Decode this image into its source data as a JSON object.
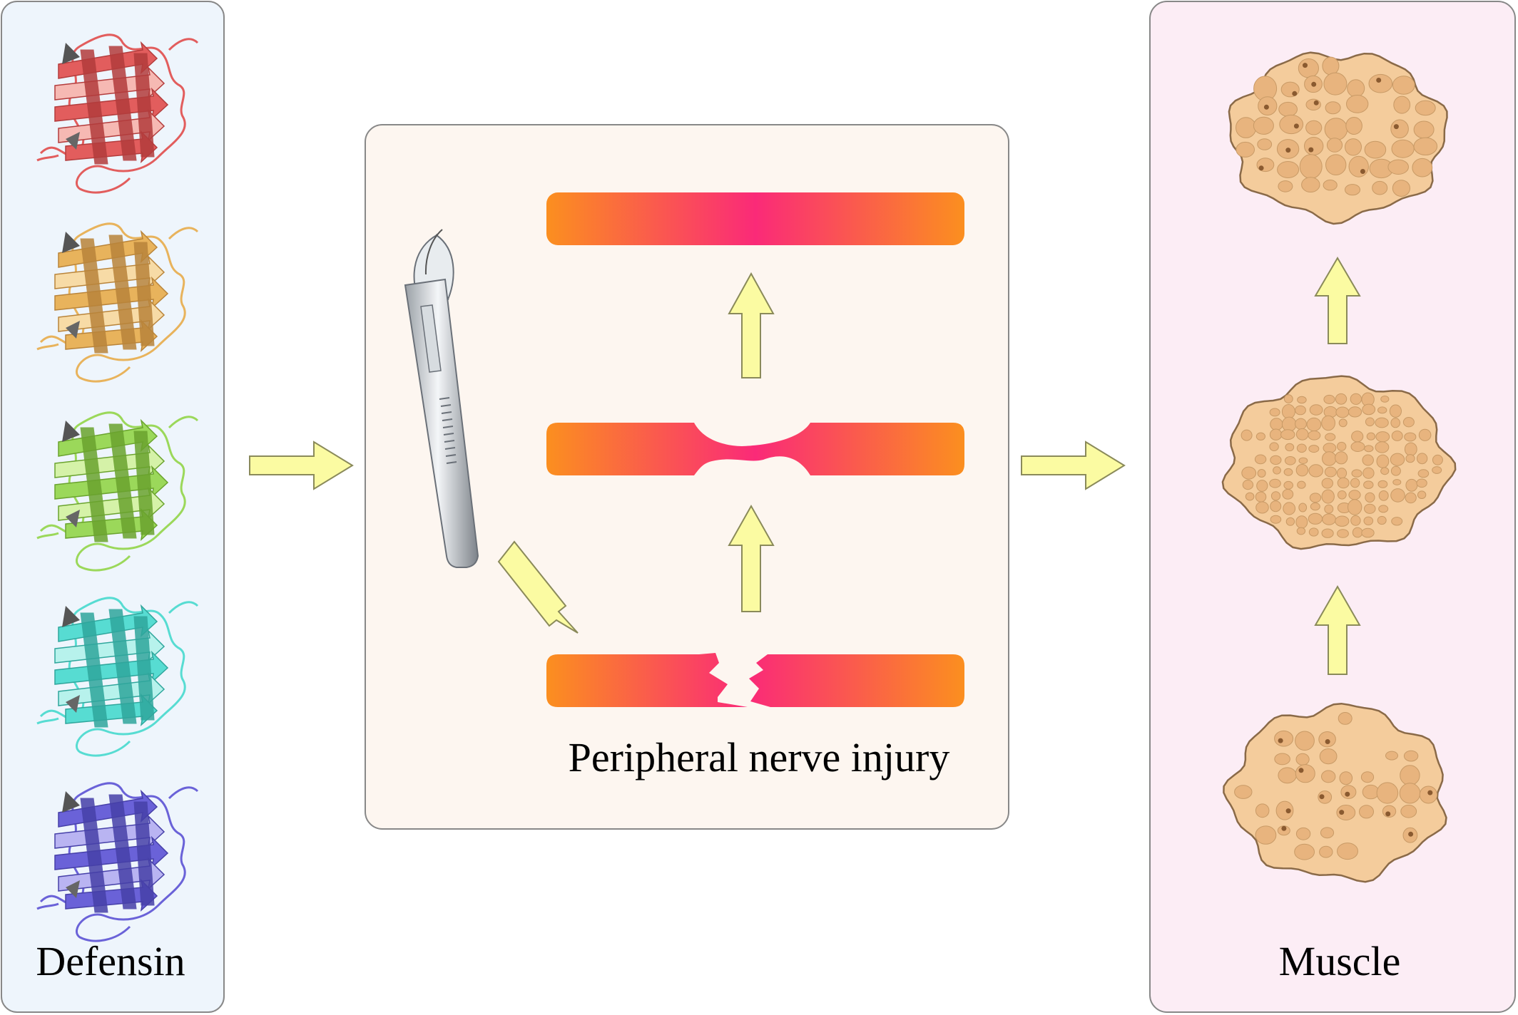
{
  "panels": {
    "left": {
      "label": "Defensin",
      "bg": "#eef5fc"
    },
    "middle": {
      "label": "Peripheral nerve injury",
      "bg": "#fdf6f0"
    },
    "right": {
      "label": "Muscle",
      "bg": "#fcedf5"
    }
  },
  "proteins": [
    {
      "name": "defensin-red",
      "color": "#e25d5d",
      "light": "#f6b9b3",
      "dark": "#b33c3c"
    },
    {
      "name": "defensin-orange",
      "color": "#e8b35c",
      "light": "#f7dba6",
      "dark": "#b9843a"
    },
    {
      "name": "defensin-green",
      "color": "#9bd85a",
      "light": "#d5f2a8",
      "dark": "#6aa32e"
    },
    {
      "name": "defensin-cyan",
      "color": "#57dcd2",
      "light": "#b7f2ec",
      "dark": "#2fa69c"
    },
    {
      "name": "defensin-purple",
      "color": "#6a62d8",
      "light": "#b9b4f2",
      "dark": "#4640a8"
    }
  ],
  "colors": {
    "arrow_fill": "#fbfba2",
    "arrow_stroke": "#8a8a5a",
    "nerve_end": "#fb8f1f",
    "nerve_mid": "#fa2a78",
    "muscle_fill": "#f4cc9c",
    "muscle_cell": "#e8b47e",
    "muscle_stroke": "#8a6a48"
  },
  "icons": {
    "scalpel": "scalpel-icon",
    "arrow": "arrow-icon",
    "muscle": "muscle-cross-section-icon",
    "protein": "protein-ribbon-icon"
  }
}
